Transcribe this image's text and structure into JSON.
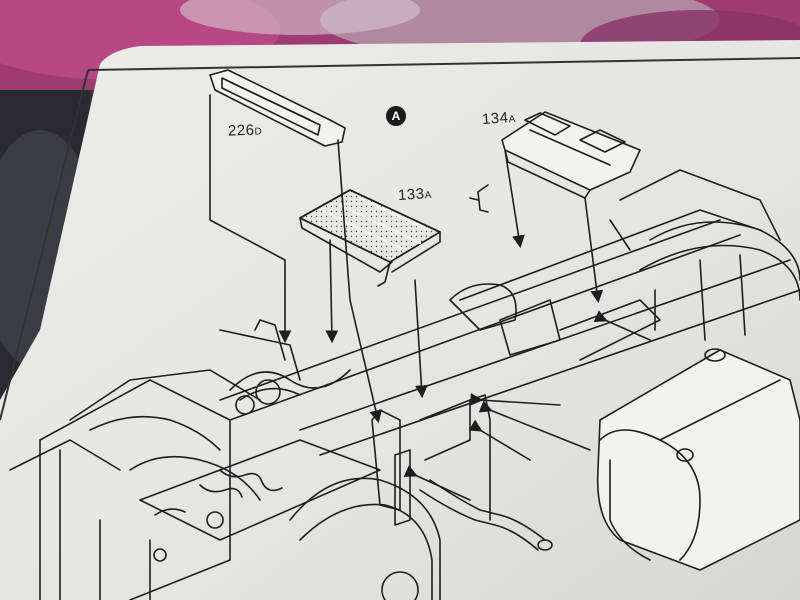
{
  "parts": {
    "p226": {
      "number": "226",
      "suffix": "D"
    },
    "p133": {
      "number": "133",
      "suffix": "A"
    },
    "p134": {
      "number": "134",
      "suffix": "A"
    }
  },
  "callout": {
    "letter": "A"
  },
  "colors": {
    "paper": "#e9e9e7",
    "ink": "#1e1e1e",
    "backdrop_magenta": "#b0427e",
    "backdrop_dark": "#2e2a30"
  }
}
